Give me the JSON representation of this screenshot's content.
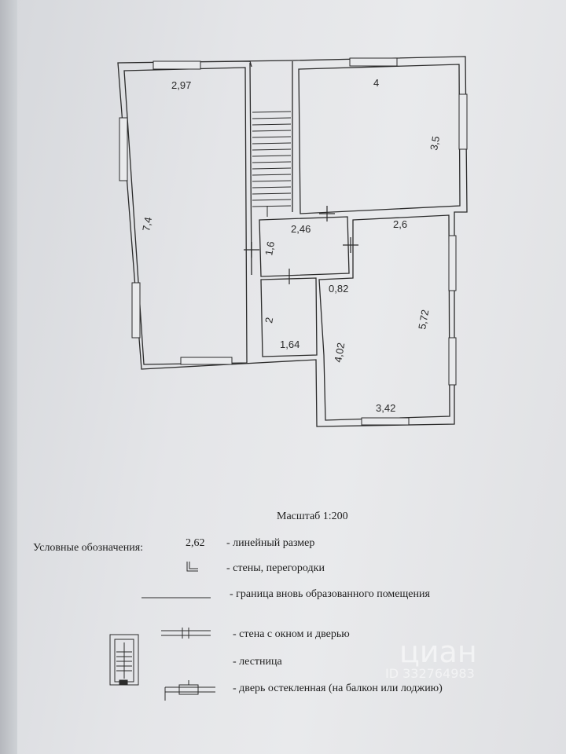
{
  "plan": {
    "dims": {
      "room1_width": "2,97",
      "room1_length": "7,4",
      "room2_width": "4",
      "room2_length": "3,5",
      "hall_width": "2,46",
      "hall_length": "1,6",
      "room3_width": "2,6",
      "room3_length": "5,72",
      "room3_offset": "0,82",
      "room3_inner": "4,02",
      "room3_bottom": "3,42",
      "bath_length": "2",
      "bath_width": "1,64"
    }
  },
  "legend": {
    "scale": "Масштаб 1:200",
    "heading": "Условные обозначения:",
    "sample_dim": "2,62",
    "items": [
      "- линейный размер",
      "- стены, перегородки",
      "- граница вновь образованного помещения",
      "- стена с окном и дверью",
      "- лестница",
      "- дверь остекленная (на балкон или лоджию)"
    ]
  },
  "watermark": {
    "brand": "циан",
    "id": "ID 332764983"
  }
}
